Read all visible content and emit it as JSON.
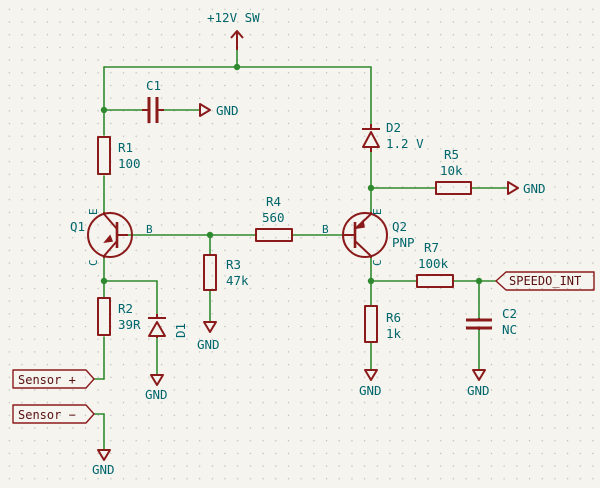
{
  "power": {
    "vcc": "+12V SW",
    "gnd": "GND"
  },
  "components": {
    "c1": {
      "ref": "C1"
    },
    "r1": {
      "ref": "R1",
      "value": "100"
    },
    "q1": {
      "ref": "Q1",
      "pin_e": "E",
      "pin_b": "B",
      "pin_c": "C"
    },
    "r2": {
      "ref": "R2",
      "value": "39R"
    },
    "d1": {
      "ref": "D1"
    },
    "r3": {
      "ref": "R3",
      "value": "47k"
    },
    "r4": {
      "ref": "R4",
      "value": "560"
    },
    "q2": {
      "ref": "Q2",
      "value": "PNP",
      "pin_e": "E",
      "pin_b": "B",
      "pin_c": "C"
    },
    "d2": {
      "ref": "D2",
      "value": "1.2 V"
    },
    "r5": {
      "ref": "R5",
      "value": "10k"
    },
    "r6": {
      "ref": "R6",
      "value": "1k"
    },
    "r7": {
      "ref": "R7",
      "value": "100k"
    },
    "c2": {
      "ref": "C2",
      "value": "NC"
    }
  },
  "labels": {
    "sensor_plus": "Sensor +",
    "sensor_minus": "Sensor −",
    "speedo": "SPEEDO_INT"
  },
  "colors": {
    "wire": "#2f8a2f",
    "component": "#8b1a1a",
    "text": "#00666b",
    "background": "#f5f4ef"
  }
}
